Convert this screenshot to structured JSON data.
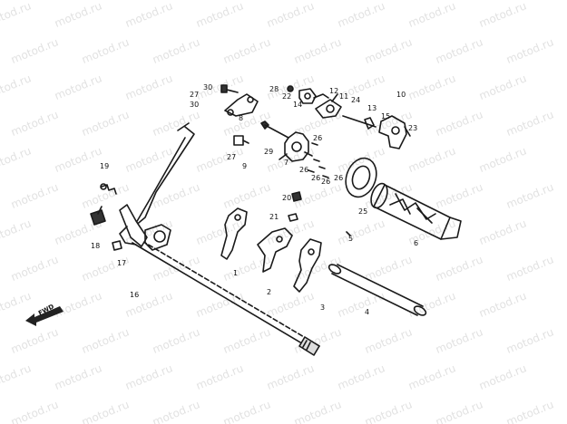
{
  "watermark": "motod.ru",
  "direction_label": "FWD",
  "callouts": [
    {
      "id": "c30a",
      "text": "30"
    },
    {
      "id": "c27a",
      "text": "27"
    },
    {
      "id": "c30b",
      "text": "30"
    },
    {
      "id": "c8",
      "text": "8"
    },
    {
      "id": "c28",
      "text": "28"
    },
    {
      "id": "c22",
      "text": "22"
    },
    {
      "id": "c12",
      "text": "12"
    },
    {
      "id": "c14",
      "text": "14"
    },
    {
      "id": "c11",
      "text": "11"
    },
    {
      "id": "c24",
      "text": "24"
    },
    {
      "id": "c10",
      "text": "10"
    },
    {
      "id": "c13",
      "text": "13"
    },
    {
      "id": "c15",
      "text": "15"
    },
    {
      "id": "c23",
      "text": "23"
    },
    {
      "id": "c26a",
      "text": "26"
    },
    {
      "id": "c29",
      "text": "29"
    },
    {
      "id": "c7",
      "text": "7"
    },
    {
      "id": "c27b",
      "text": "27"
    },
    {
      "id": "c9",
      "text": "9"
    },
    {
      "id": "c26b",
      "text": "26"
    },
    {
      "id": "c26c",
      "text": "26"
    },
    {
      "id": "c26d",
      "text": "26"
    },
    {
      "id": "c26e",
      "text": "26"
    },
    {
      "id": "c19",
      "text": "19"
    },
    {
      "id": "c20",
      "text": "20"
    },
    {
      "id": "c21",
      "text": "21"
    },
    {
      "id": "c25",
      "text": "25"
    },
    {
      "id": "c5",
      "text": "5"
    },
    {
      "id": "c6",
      "text": "6"
    },
    {
      "id": "c18",
      "text": "18"
    },
    {
      "id": "c17",
      "text": "17"
    },
    {
      "id": "c1",
      "text": "1"
    },
    {
      "id": "c2",
      "text": "2"
    },
    {
      "id": "c16",
      "text": "16"
    },
    {
      "id": "c3",
      "text": "3"
    },
    {
      "id": "c4",
      "text": "4"
    }
  ]
}
